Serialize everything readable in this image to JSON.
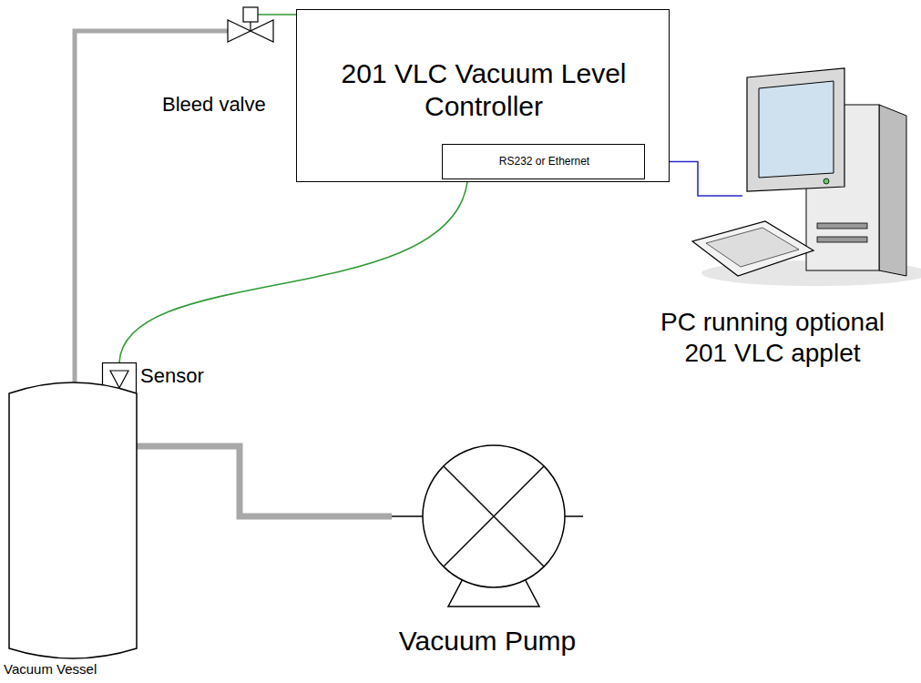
{
  "diagram": {
    "nodes": [
      {
        "text": [
          "Bleed valve"
        ]
      },
      {
        "text": [
          "201 VLC Vacuum Level Controller"
        ]
      },
      {
        "text": [
          "RS232 or Ethernet"
        ],
        "in": 1
      },
      {
        "text": [
          "PC running optional 201 VLC applet"
        ]
      },
      {
        "text": [
          "Sensor"
        ]
      },
      {
        "text": [
          "Vacuum Vessel"
        ]
      },
      {
        "text": [
          "Vacuum Pump"
        ]
      }
    ],
    "edges": [
      {
        "from": 0,
        "to": 1,
        "arrow": "none"
      },
      {
        "from": 4,
        "to": 1,
        "arrow": "none"
      },
      {
        "from": 2,
        "to": 3,
        "arrow": "none"
      },
      {
        "from": 0,
        "to": 5,
        "arrow": "none"
      },
      {
        "from": 5,
        "to": 6,
        "arrow": "none"
      }
    ]
  }
}
